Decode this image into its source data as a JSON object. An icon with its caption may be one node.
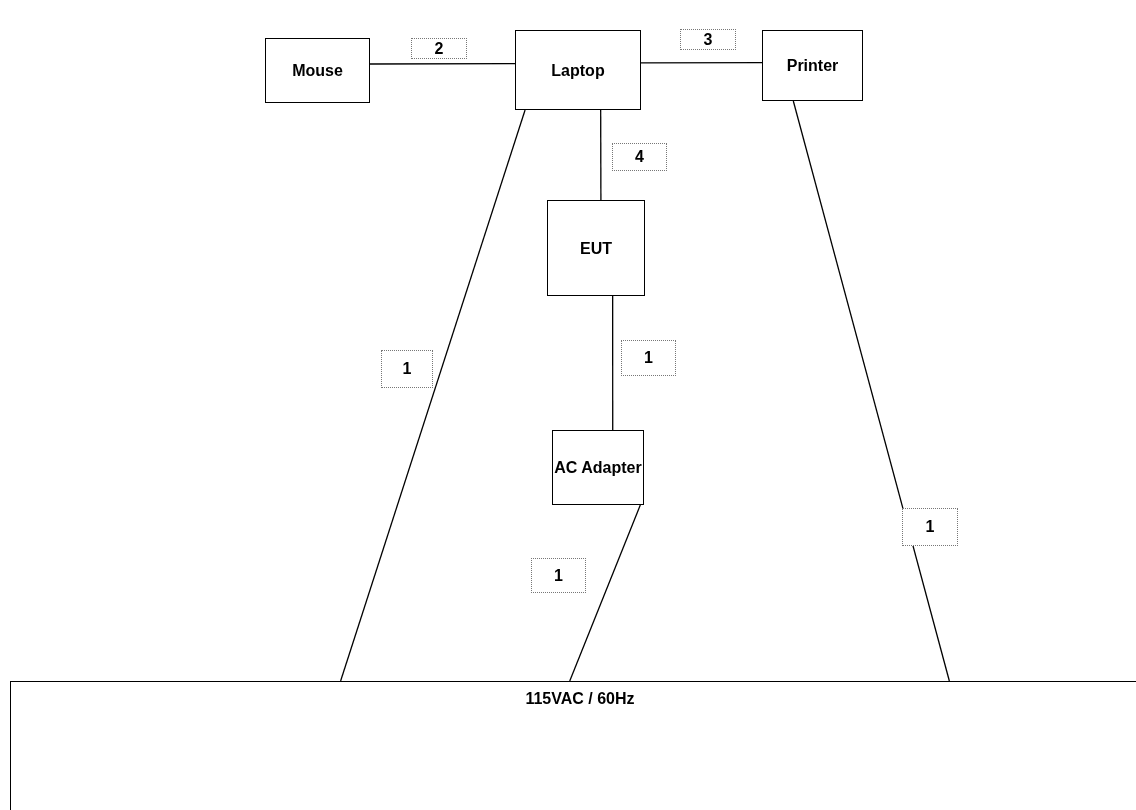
{
  "diagram": {
    "nodes": [
      {
        "text": [
          "Mouse"
        ]
      },
      {
        "text": [
          "Laptop"
        ]
      },
      {
        "text": [
          "Printer"
        ]
      },
      {
        "text": [
          "EUT"
        ]
      },
      {
        "text": [
          "AC Adapter"
        ]
      },
      {
        "text": [
          "115VAC / 60Hz"
        ]
      }
    ],
    "edges": [
      {
        "from": 0,
        "to": 1,
        "arrow": "none",
        "label": "2"
      },
      {
        "from": 1,
        "to": 2,
        "arrow": "none",
        "label": "3"
      },
      {
        "from": 1,
        "to": 3,
        "arrow": "none",
        "label": "4"
      },
      {
        "from": 3,
        "to": 4,
        "arrow": "none",
        "label": "1"
      },
      {
        "from": 4,
        "to": 5,
        "arrow": "none",
        "label": "1"
      },
      {
        "from": 1,
        "to": 5,
        "arrow": "none",
        "label": "1"
      },
      {
        "from": 2,
        "to": 5,
        "arrow": "none",
        "label": "1"
      }
    ]
  }
}
